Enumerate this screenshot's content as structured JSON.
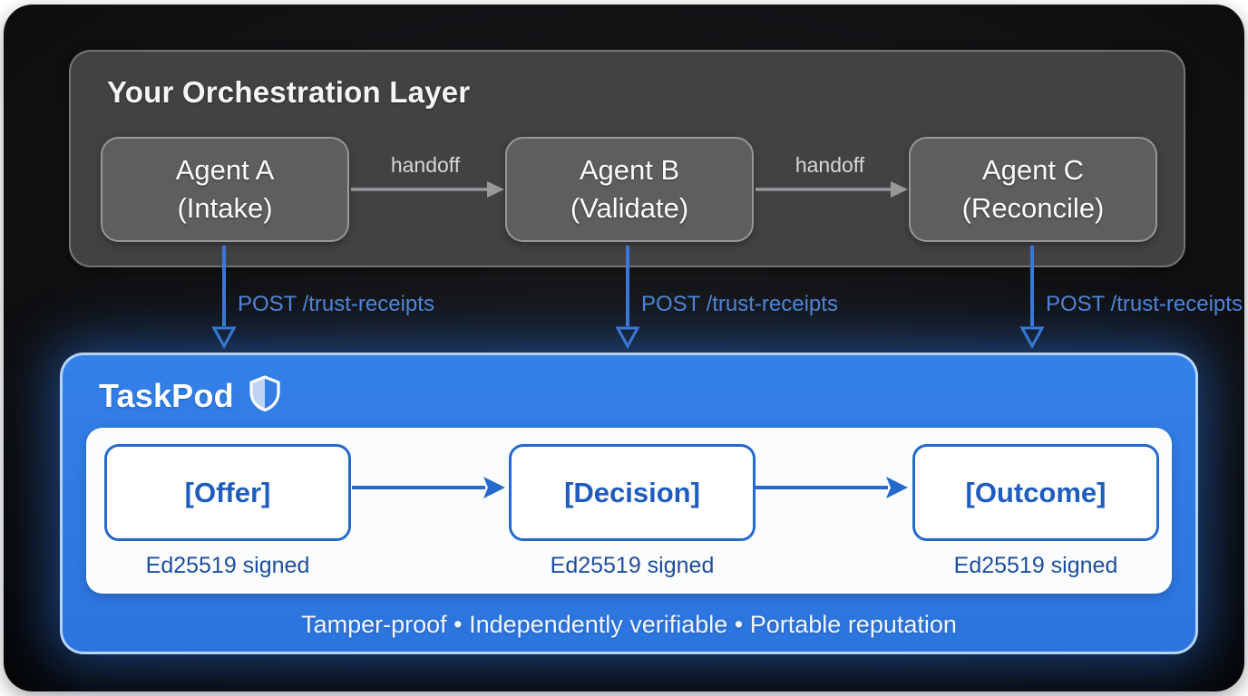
{
  "orchestration": {
    "title": "Your Orchestration Layer",
    "agents": [
      {
        "name": "Agent A",
        "role": "(Intake)"
      },
      {
        "name": "Agent B",
        "role": "(Validate)"
      },
      {
        "name": "Agent C",
        "role": "(Reconcile)"
      }
    ],
    "handoff_labels": [
      "handoff",
      "handoff"
    ]
  },
  "receipt_flow": {
    "post_labels": [
      "POST /trust-receipts",
      "POST /trust-receipts",
      "POST /trust-receipts"
    ]
  },
  "taskpod": {
    "title": "TaskPod",
    "shield_icon": "shield-icon",
    "receipts": [
      {
        "label": "[Offer]",
        "signature": "Ed25519 signed"
      },
      {
        "label": "[Decision]",
        "signature": "Ed25519 signed"
      },
      {
        "label": "[Outcome]",
        "signature": "Ed25519 signed"
      }
    ],
    "tagline": "Tamper-proof • Independently verifiable • Portable reputation"
  },
  "colors": {
    "canvas_bg": "#0f1012",
    "orchestration_bg": "#424244",
    "agent_bg": "#5e5e60",
    "taskpod_blue": "#2e78e0",
    "receipt_border_blue": "#2569cd",
    "receipt_text_blue": "#1e5cbe",
    "signature_text_blue": "#1c4e9e",
    "post_label_blue": "#4e85d8",
    "arrow_gray": "#98989b"
  }
}
